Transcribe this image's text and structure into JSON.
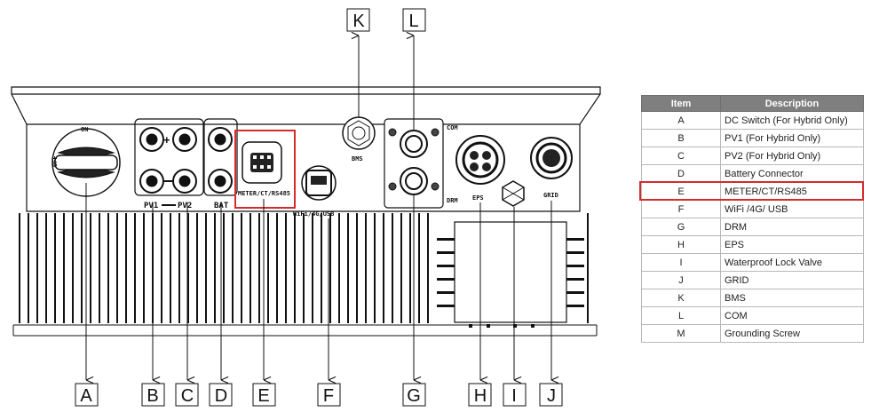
{
  "diagram": {
    "callouts": [
      "A",
      "B",
      "C",
      "D",
      "E",
      "F",
      "G",
      "H",
      "I",
      "J",
      "K",
      "L"
    ],
    "switch_labels": {
      "on": "ON",
      "off": "OFF"
    },
    "port_labels": {
      "pv1": "PV1",
      "pv2": "PV2",
      "bat": "BAT",
      "meter": "METER/CT/RS485",
      "bms": "BMS",
      "wifi": "WiFi/4G/USB",
      "com": "COM",
      "drm": "DRM",
      "eps": "EPS",
      "grid": "GRID"
    },
    "plus_sign": "+",
    "highlight_color": "#d62b2b"
  },
  "legend": {
    "headers": {
      "item": "Item",
      "description": "Description"
    },
    "rows": [
      {
        "item": "A",
        "description": "DC Switch (For Hybrid Only)"
      },
      {
        "item": "B",
        "description": "PV1 (For Hybrid Only)"
      },
      {
        "item": "C",
        "description": "PV2 (For Hybrid Only)"
      },
      {
        "item": "D",
        "description": "Battery Connector"
      },
      {
        "item": "E",
        "description": "METER/CT/RS485"
      },
      {
        "item": "F",
        "description": "WiFi /4G/ USB"
      },
      {
        "item": "G",
        "description": "DRM"
      },
      {
        "item": "H",
        "description": "EPS"
      },
      {
        "item": "I",
        "description": "Waterproof Lock Valve"
      },
      {
        "item": "J",
        "description": "GRID"
      },
      {
        "item": "K",
        "description": "BMS"
      },
      {
        "item": "L",
        "description": "COM"
      },
      {
        "item": "M",
        "description": "Grounding Screw"
      }
    ],
    "highlighted_item": "E"
  }
}
